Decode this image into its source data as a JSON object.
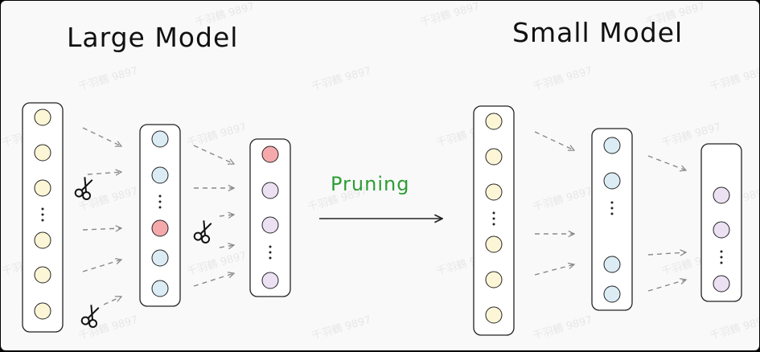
{
  "titles": {
    "large": "Large Model",
    "small": "Small Model"
  },
  "process_label": "Pruning",
  "watermark": "千羽鶴 9897",
  "colors": {
    "yellow_node": "#fcf6d6",
    "blue_node": "#dcecf5",
    "red_node": "#f6a9ab",
    "purple_node": "#ece1f3",
    "pruning_text": "#2e9d35",
    "stroke": "#222222",
    "arrow": "#8a8a8a"
  },
  "large_model": {
    "layers": [
      [
        "yellow",
        "yellow",
        "yellow",
        "ellipsis",
        "yellow",
        "yellow",
        "yellow"
      ],
      [
        "blue",
        "blue",
        "ellipsis",
        "red",
        "blue",
        "blue"
      ],
      [
        "red",
        "purple",
        "purple",
        "ellipsis",
        "purple"
      ]
    ]
  },
  "small_model": {
    "layers": [
      [
        "yellow",
        "yellow",
        "yellow",
        "ellipsis",
        "yellow",
        "yellow",
        "yellow"
      ],
      [
        "blue",
        "blue",
        "ellipsis",
        "blue",
        "blue"
      ],
      [
        "purple",
        "purple",
        "ellipsis",
        "purple"
      ]
    ]
  },
  "icons": {
    "scissors": "scissors-icon",
    "arrow": "arrow-right-icon"
  }
}
